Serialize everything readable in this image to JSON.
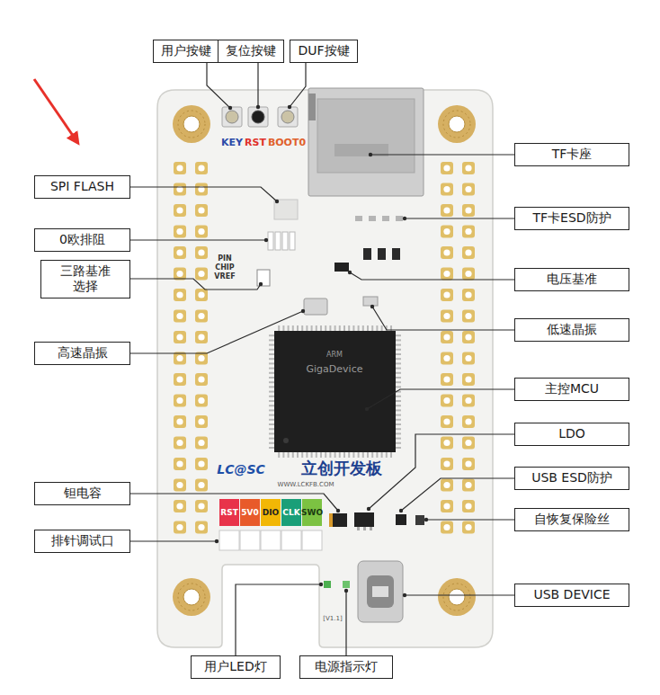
{
  "diagram": {
    "nodes": [
      {
        "text": [
          "用户按键"
        ]
      },
      {
        "text": [
          "复位按键"
        ]
      },
      {
        "text": [
          "DUF按键"
        ]
      },
      {
        "text": [
          "SPI FLASH"
        ]
      },
      {
        "text": [
          "TF卡座"
        ]
      },
      {
        "text": [
          "TF卡ESD防护"
        ]
      },
      {
        "text": [
          "0欧排阻"
        ]
      },
      {
        "text": [
          "三路基准 选择"
        ]
      },
      {
        "text": [
          "电压基准"
        ]
      },
      {
        "text": [
          "高速晶振"
        ]
      },
      {
        "text": [
          "低速晶振"
        ]
      },
      {
        "text": [
          "主控MCU"
        ]
      },
      {
        "text": [
          "LDO"
        ]
      },
      {
        "text": [
          "钽电容"
        ]
      },
      {
        "text": [
          "USB ESD防护"
        ]
      },
      {
        "text": [
          "排针调试口"
        ]
      },
      {
        "text": [
          "自恢复保险丝"
        ]
      },
      {
        "text": [
          "USB DEVICE"
        ]
      },
      {
        "text": [
          "用户LED灯"
        ]
      },
      {
        "text": [
          "电源指示灯"
        ]
      }
    ],
    "labels": [
      "KEY",
      "RST",
      "BOOT0",
      "PIN",
      "CHIP",
      "VREF",
      "ARM",
      "GigaDevice",
      "LC@SC",
      "立创开发板",
      "WWW.LCKFB.COM",
      "RST",
      "5V0",
      "DIO",
      "CLK",
      "SWO",
      "[V1.1]"
    ]
  }
}
